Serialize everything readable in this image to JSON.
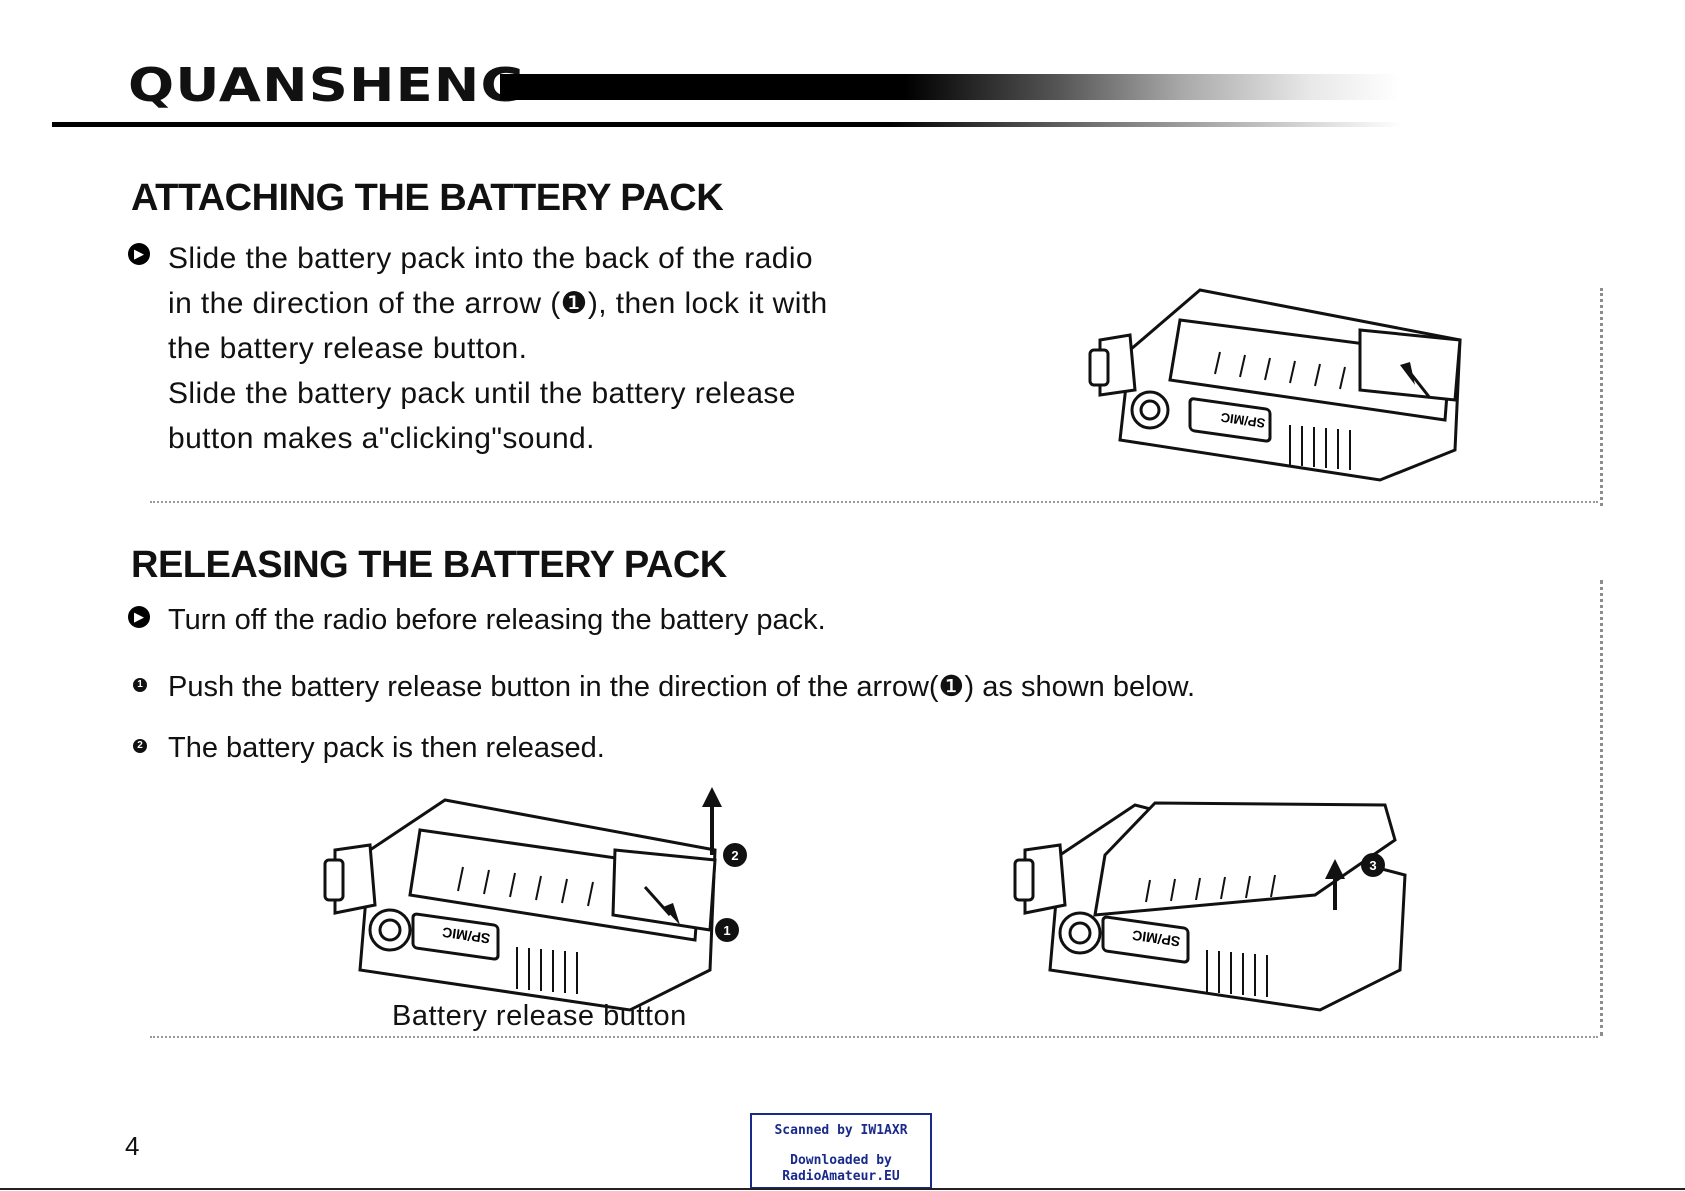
{
  "brand": {
    "logo_text": "QUANSHENG"
  },
  "section1": {
    "heading": "ATTACHING THE BATTERY PACK",
    "lines": [
      "Slide the battery pack into the back of the radio",
      "in the direction of the arrow (❶), then lock it with",
      "the battery release button.",
      "Slide the battery pack until the battery release",
      "button makes a\"clicking\"sound."
    ]
  },
  "section2": {
    "heading": "RELEASING THE BATTERY PACK",
    "note": "Turn off the radio before releasing the battery pack.",
    "steps": [
      {
        "marker": "1",
        "text": "Push the battery release button in the direction of the arrow(❶) as shown below."
      },
      {
        "marker": "2",
        "text": "The battery pack is then released."
      }
    ],
    "caption": "Battery release button"
  },
  "illustrations": {
    "connector_label": "SP/MIC",
    "callouts": [
      "1",
      "2",
      "3"
    ]
  },
  "footer": {
    "page_number": "4",
    "scan_line1": "Scanned by IW1AXR",
    "scan_line2": "Downloaded by",
    "scan_line3": "RadioAmateur.EU"
  },
  "colors": {
    "ink": "#111111",
    "scan_stamp": "#1a2a8a"
  }
}
